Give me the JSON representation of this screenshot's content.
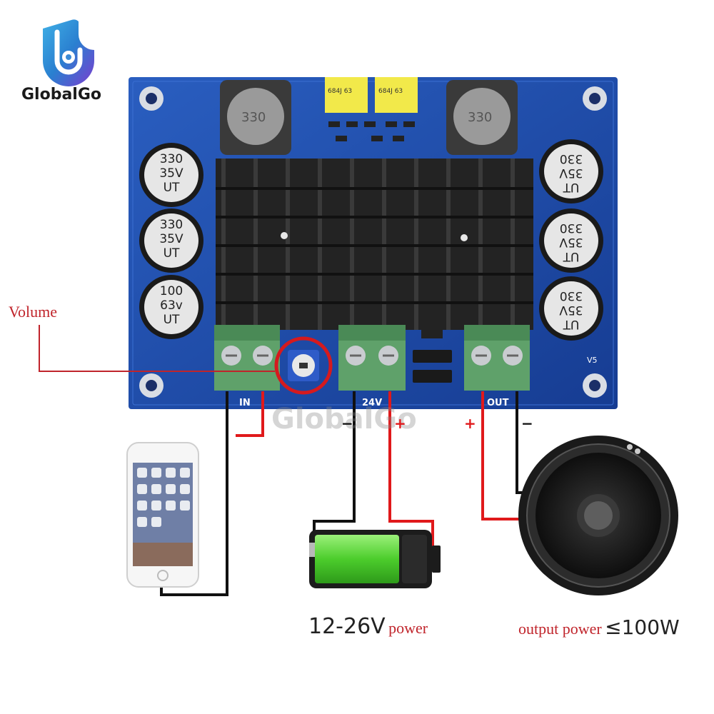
{
  "brand": {
    "name": "GlobalGo",
    "watermark": "GlobalGo"
  },
  "labels": {
    "volume": "Volume",
    "power_voltage": "12-26V",
    "power_word": "power",
    "output_label": "output power",
    "output_value": "≤100W"
  },
  "board": {
    "inductor_marking": "330",
    "film_cap_marking": "684J 63",
    "cap_left_top": [
      "330",
      "35V",
      "UT"
    ],
    "cap_left_mid": [
      "330",
      "35V",
      "UT"
    ],
    "cap_left_bot": [
      "100",
      "63v",
      "UT"
    ],
    "cap_right": [
      "UT",
      "35V",
      "330"
    ],
    "terminal_in": "IN",
    "terminal_power": "24V",
    "terminal_out": "OUT",
    "silk_v5": "V5"
  },
  "polarity": {
    "minus": "−",
    "plus": "+"
  },
  "colors": {
    "board": "#1b4aa8",
    "heatsink": "#222222",
    "terminal": "#5fa16a",
    "wire_red": "#e0191b",
    "wire_black": "#111111",
    "label_red": "#c0242b",
    "battery_green": "#5ad03c"
  },
  "icons": [
    "brand-logo-icon",
    "phone-icon",
    "battery-icon",
    "speaker-icon",
    "potentiometer-icon"
  ]
}
